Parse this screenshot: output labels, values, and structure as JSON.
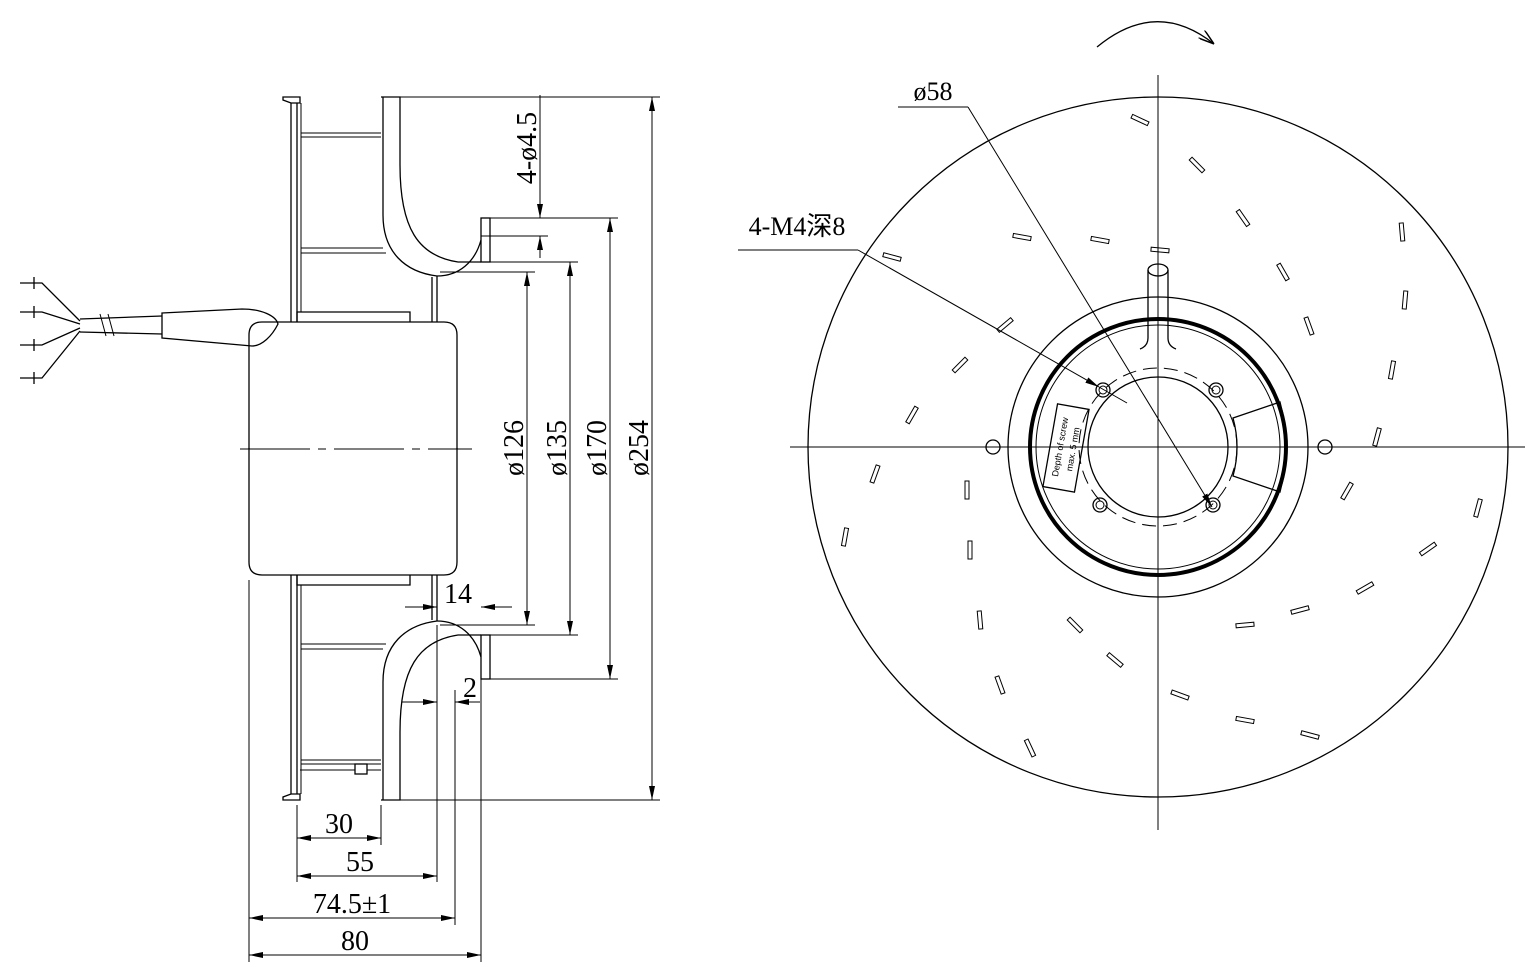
{
  "side_view": {
    "dim_hole_count_dia": "4-ø4.5",
    "dim_dia_126": "ø126",
    "dim_dia_135": "ø135",
    "dim_dia_170": "ø170",
    "dim_dia_254": "ø254",
    "dim_14": "14",
    "dim_2": "2",
    "dim_30": "30",
    "dim_55": "55",
    "dim_74_5": "74.5±1",
    "dim_80": "80"
  },
  "front_view": {
    "dim_dia_58": "ø58",
    "dim_thread": "4-M4深8",
    "label_line1": "Depth of screw",
    "label_line2": "max. 5 mm"
  }
}
